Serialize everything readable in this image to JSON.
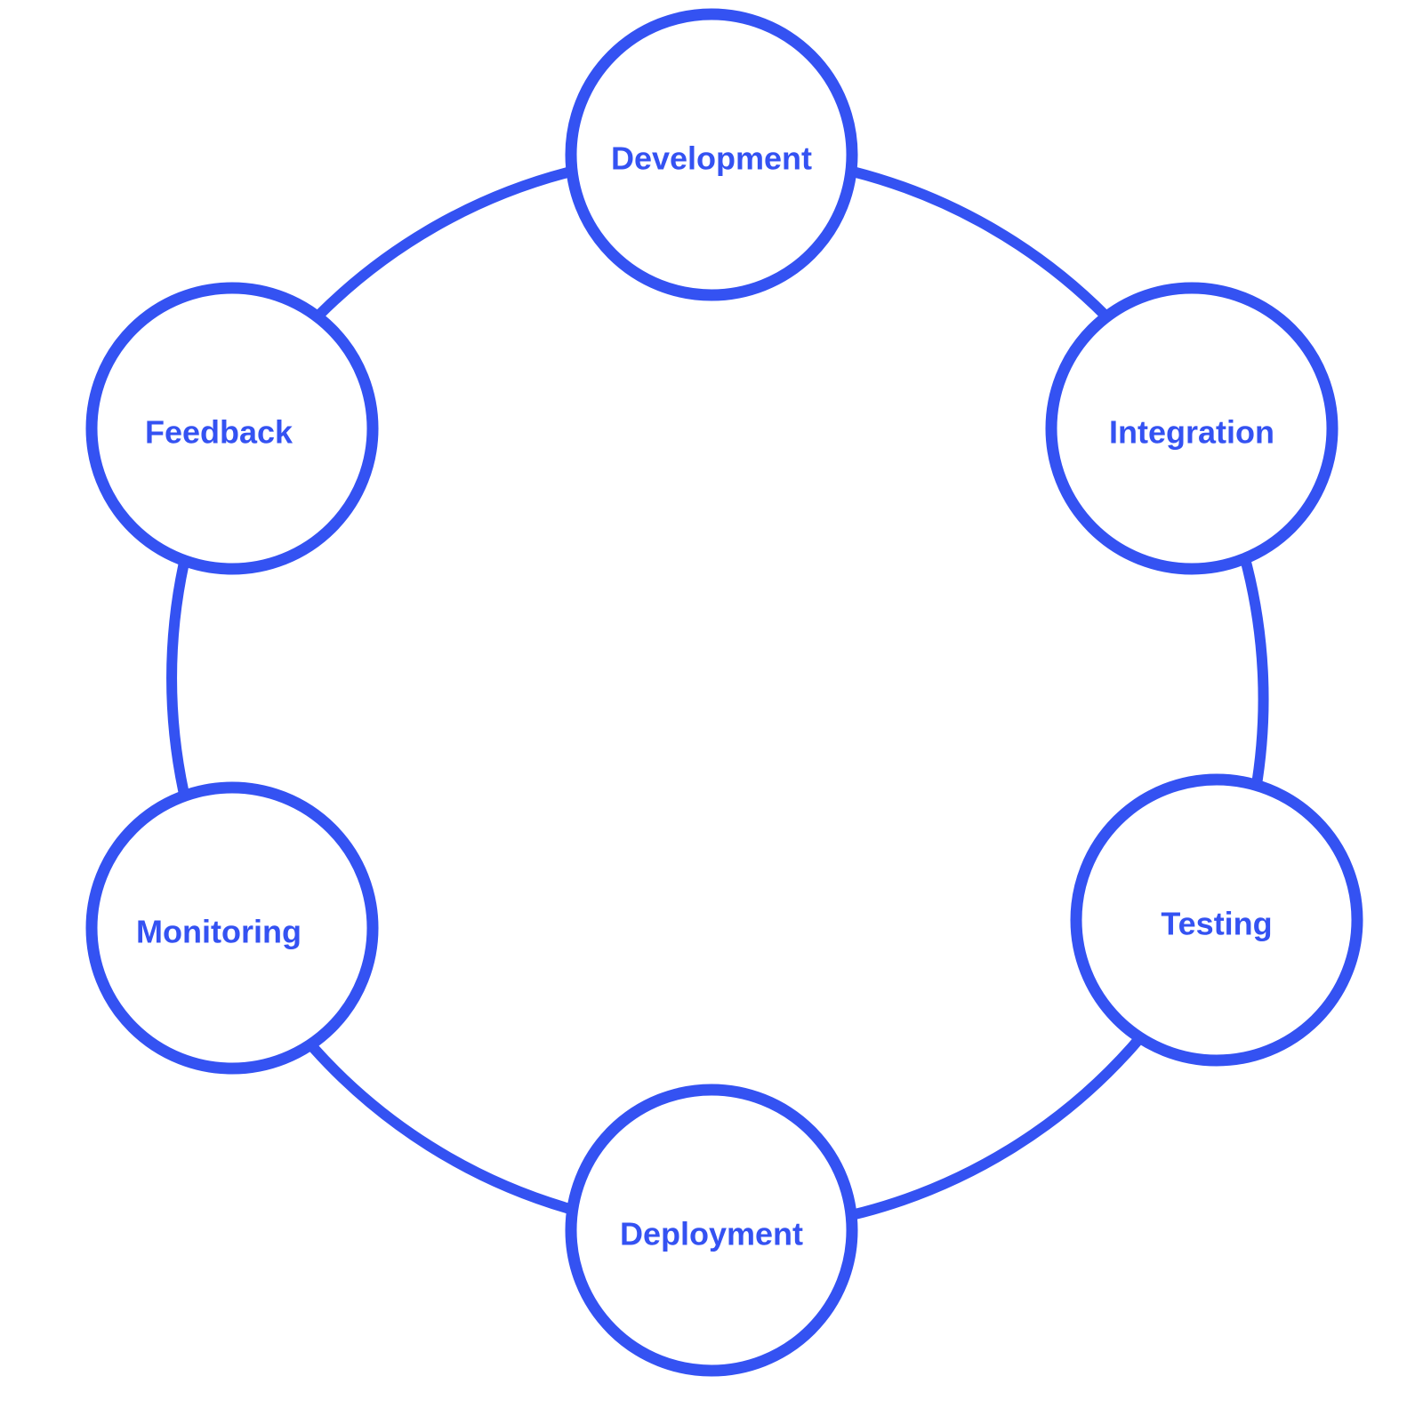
{
  "diagram": {
    "accent_color": "#3452F2",
    "background_color": "#FFFFFF",
    "nodes": [
      {
        "id": "development",
        "label": "Development"
      },
      {
        "id": "integration",
        "label": "Integration"
      },
      {
        "id": "testing",
        "label": "Testing"
      },
      {
        "id": "deployment",
        "label": "Deployment"
      },
      {
        "id": "monitoring",
        "label": "Monitoring"
      },
      {
        "id": "feedback",
        "label": "Feedback"
      }
    ],
    "cycle": [
      [
        "development",
        "integration"
      ],
      [
        "integration",
        "testing"
      ],
      [
        "testing",
        "deployment"
      ],
      [
        "deployment",
        "monitoring"
      ],
      [
        "monitoring",
        "feedback"
      ],
      [
        "feedback",
        "development"
      ]
    ]
  }
}
